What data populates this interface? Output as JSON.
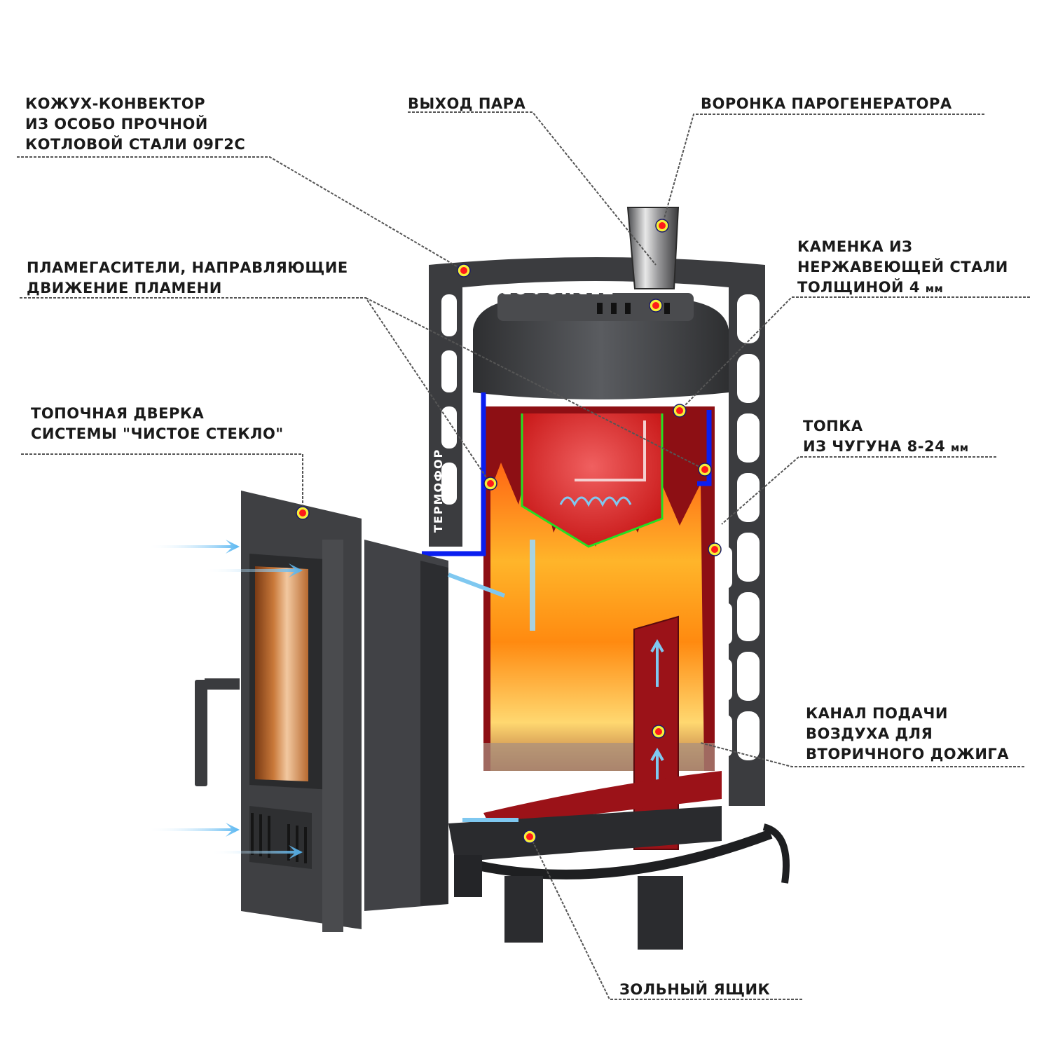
{
  "diagram": {
    "subject": "sauna-stove-cutaway",
    "colors": {
      "steel": "#3f4043",
      "steel_light": "#6b6d71",
      "firebox_red": "#a3121a",
      "flame_orange": "#f28a12",
      "flame_yellow": "#ffd23a",
      "air_blue": "#6fc3f2",
      "seal_blue": "#0a1ef0",
      "damper_green": "#22e022",
      "glass": "#c97a3c",
      "marker_red": "#ff1a1a",
      "marker_yellow": "#f5ef3a",
      "leader": "#5a5a5a"
    },
    "callouts": [
      {
        "id": "shell",
        "lines": [
          "Кожух-конвектор",
          "из особо прочной",
          "котловой стали 09Г2С"
        ]
      },
      {
        "id": "steam",
        "lines": [
          "Выход пара"
        ]
      },
      {
        "id": "funnel",
        "lines": [
          "Воронка парогенератора"
        ]
      },
      {
        "id": "flame",
        "lines": [
          "Пламегасители, направляющие",
          "движение пламени"
        ]
      },
      {
        "id": "stones",
        "lines": [
          "Каменка из",
          "нержавеющей стали",
          "толщиной 4"
        ],
        "unit": "мм"
      },
      {
        "id": "door",
        "lines": [
          "Топочная дверка",
          "системы \"Чистое стекло\""
        ]
      },
      {
        "id": "firebox",
        "lines": [
          "Топка",
          "из чугуна 8-24"
        ],
        "unit": "мм"
      },
      {
        "id": "air",
        "lines": [
          "Канал подачи",
          "воздуха для",
          "вторичного дожига"
        ]
      },
      {
        "id": "ash",
        "lines": [
          "Зольный ящик"
        ]
      }
    ],
    "product_marks": {
      "side_text": "ТЕРМОФОР",
      "top_text": "ТЕРМОФОР"
    }
  }
}
